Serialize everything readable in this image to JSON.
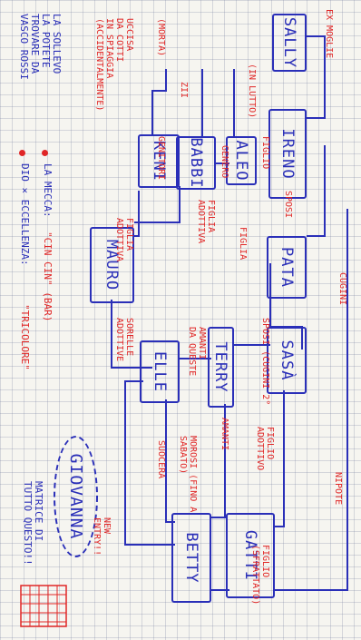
{
  "nodes": {
    "sally": "SALLY",
    "ireno": "IRENO",
    "aleo": "ALEO",
    "babbi": "BABBI",
    "keni": "KENI",
    "mauro": "MAURO",
    "pata": "PATA",
    "sasa": "SASÀ",
    "terry": "TERRY",
    "elle": "ELLE",
    "gatti": "GATTI",
    "betty": "BETTY",
    "giovanna": "GIOVANNA"
  },
  "labels": {
    "sally_extra": "(MORTA)",
    "zii": "ZII",
    "genitori": "GENITORI",
    "ex_moglie": "EX MOGLIE",
    "in_lutto": "(IN LUTTO)",
    "uccisa": "UCCISA\nDA COTTI\nIN SPIAGGIA\n(ACCIDENTALMENTE)",
    "figlio_ireno_aleo": "FIGLIO",
    "sposi": "SPOSI",
    "genero": "GENERO",
    "figlia_babbi": "FIGLIA\nADOTTIVA",
    "figlia_mauro": "FIGLIA",
    "figlia_keni": "FIGLIA\nADOTTIVA",
    "figlio_nonno": "FIGLIO",
    "cugini": "CUGINI",
    "sposi_cugini": "SPOSI (CUGINI 2°",
    "amanti_terry_elle": "AMANTI\nDA QUESTE",
    "sorelle": "SORELLE\nADOTTIVE",
    "amanti_terry_betty": "AMANTI",
    "amanti_sasa_gatti": "AMANTI",
    "morosi": "MOROSI (FINO A\nSABATO)",
    "suocera": "SUOCERA",
    "figlio_adottivo": "FIGLIO\nADOTTIVO",
    "nipote": "NIPOTE",
    "figlio_sfrattato": "FIGLIO\n(SFRATTATO)",
    "new_entry": "NEW\nENTRY!!"
  },
  "notes": {
    "la_sollevo": "LA SOLLEVO\nLA POTETE\nTROVARE DA\nVASCO ROSSI",
    "la_meca_label": "LA MECCA:",
    "la_meca_quote": "\"CIN CIN\" (BAR)",
    "dio_label": "DIO × ECCELLENZA:",
    "dio_quote": "\"TRICOLORE\"",
    "matrice": "MATRICE DI\nTUTTO QUESTO!!"
  }
}
